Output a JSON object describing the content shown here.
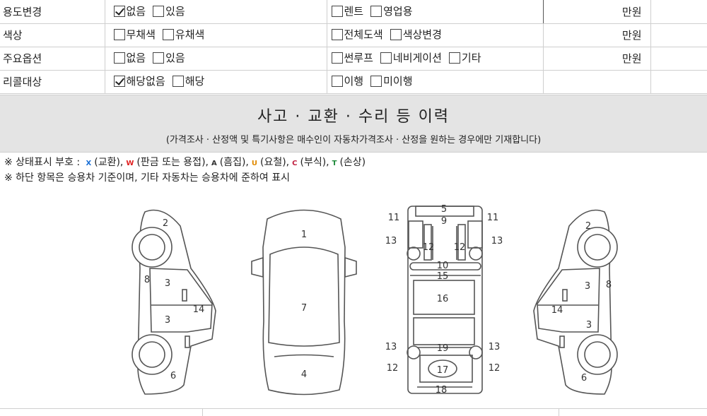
{
  "rows": [
    {
      "label": "용도변경",
      "opts1": [
        {
          "text": "없음",
          "checked": true
        },
        {
          "text": "있음",
          "checked": false
        }
      ],
      "opts2": [
        {
          "text": "렌트",
          "checked": false
        },
        {
          "text": "영업용",
          "checked": false
        }
      ],
      "amount": "만원"
    },
    {
      "label": "색상",
      "opts1": [
        {
          "text": "무채색",
          "checked": false
        },
        {
          "text": "유채색",
          "checked": false
        }
      ],
      "opts2": [
        {
          "text": "전체도색",
          "checked": false
        },
        {
          "text": "색상변경",
          "checked": false
        }
      ],
      "amount": "만원"
    },
    {
      "label": "주요옵션",
      "opts1": [
        {
          "text": "없음",
          "checked": false
        },
        {
          "text": "있음",
          "checked": false
        }
      ],
      "opts2": [
        {
          "text": "썬루프",
          "checked": false
        },
        {
          "text": "네비게이션",
          "checked": false
        },
        {
          "text": "기타",
          "checked": false
        }
      ],
      "amount": "만원"
    },
    {
      "label": "리콜대상",
      "opts1": [
        {
          "text": "해당없음",
          "checked": true
        },
        {
          "text": "해당",
          "checked": false
        }
      ],
      "opts2": [
        {
          "text": "이행",
          "checked": false
        },
        {
          "text": "미이행",
          "checked": false
        }
      ],
      "amount": ""
    }
  ],
  "banner": {
    "title": "사고 · 교환 · 수리 등 이력",
    "subtitle": "(가격조사 · 산정액 및 특기사항은 매수인이 자동차가격조사 · 산정을 원하는 경우에만 기재합니다)"
  },
  "legend": {
    "prefix": "※ 상태표시 부호 :",
    "items": [
      {
        "sym": "X",
        "label": "(교환),",
        "color": "#1a6fd6"
      },
      {
        "sym": "W",
        "label": "(판금 또는 용접),",
        "color": "#e02020"
      },
      {
        "sym": "A",
        "label": "(흠집),",
        "color": "#333333"
      },
      {
        "sym": "U",
        "label": "(요철),",
        "color": "#e08a00"
      },
      {
        "sym": "C",
        "label": "(부식),",
        "color": "#c02040"
      },
      {
        "sym": "T",
        "label": "(손상)",
        "color": "#1f8a3a"
      }
    ],
    "note": "※ 하단 항목은 승용차 기준이며, 기타 자동차는 승용차에 준하여 표시"
  },
  "diagram": {
    "left_side": [
      "2",
      "8",
      "3",
      "3",
      "14",
      "6"
    ],
    "top": [
      "1",
      "7",
      "4"
    ],
    "under": [
      "5",
      "9",
      "11",
      "11",
      "13",
      "13",
      "12",
      "12",
      "10",
      "15",
      "16",
      "13",
      "19",
      "13",
      "12",
      "17",
      "12",
      "18"
    ],
    "right_side": [
      "2",
      "3",
      "8",
      "14",
      "3",
      "6"
    ]
  }
}
